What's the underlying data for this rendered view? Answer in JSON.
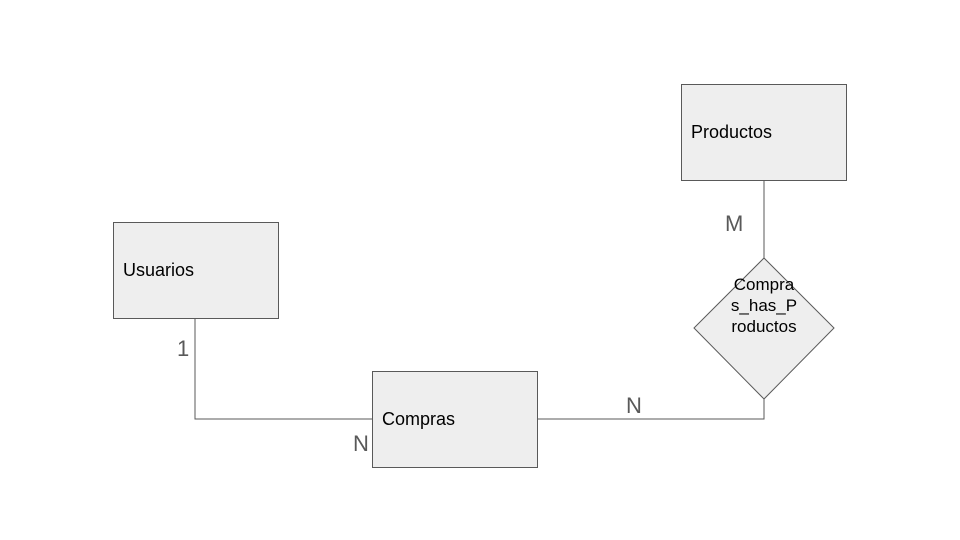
{
  "entities": {
    "usuarios": "Usuarios",
    "compras": "Compras",
    "productos": "Productos"
  },
  "relationship": {
    "label": "Compras_has_Productos"
  },
  "cardinalities": {
    "usuarios_side": "1",
    "compras_from_usuarios": "N",
    "compras_to_relationship": "N",
    "productos_side": "M"
  },
  "colors": {
    "entity_fill": "#eeeeee",
    "stroke": "#595959",
    "cardinality_text": "#595959"
  }
}
